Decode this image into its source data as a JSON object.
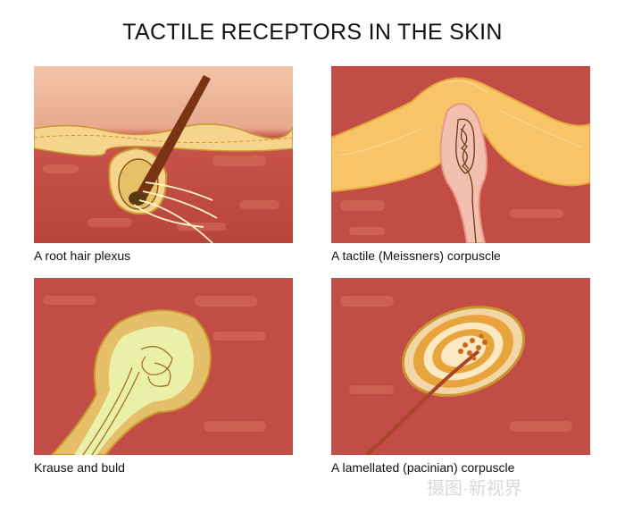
{
  "title": "TACTILE RECEPTORS IN THE SKIN",
  "panels": [
    {
      "caption": "A root hair plexus"
    },
    {
      "caption": "A tactile (Meissners) corpuscle"
    },
    {
      "caption": "Krause and buld"
    },
    {
      "caption": "A lamellated (pacinian) corpuscle"
    }
  ],
  "watermark": "摄图·新视界",
  "colors": {
    "dermis": "#c8524a",
    "epidermis": "#f4c98a",
    "nerve": "#d9a23a",
    "hair": "#7a3414"
  }
}
